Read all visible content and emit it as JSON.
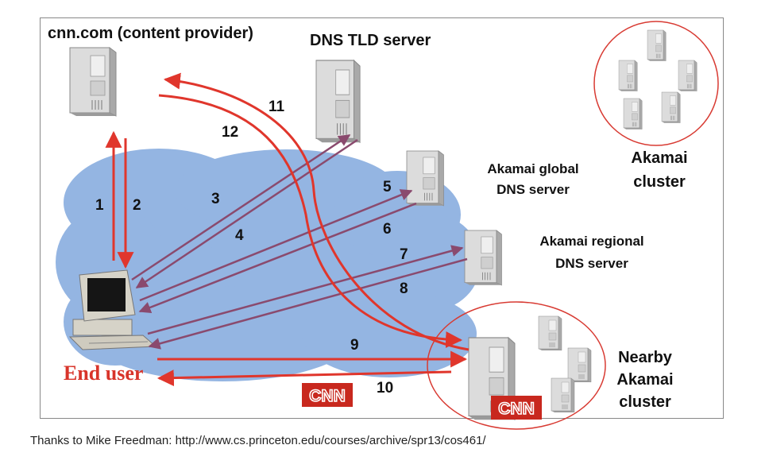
{
  "labels": {
    "cnn_provider": "cnn.com (content provider)",
    "dns_tld": "DNS TLD server",
    "akamai_global_line1": "Akamai global",
    "akamai_global_line2": "DNS server",
    "akamai_regional_line1": "Akamai regional",
    "akamai_regional_line2": "DNS server",
    "akamai_cluster_line1": "Akamai",
    "akamai_cluster_line2": "cluster",
    "nearby_line1": "Nearby",
    "nearby_line2": "Akamai",
    "nearby_line3": "cluster",
    "end_user": "End user",
    "cnn_logo": "CNN"
  },
  "steps": [
    "1",
    "2",
    "3",
    "4",
    "5",
    "6",
    "7",
    "8",
    "9",
    "10",
    "11",
    "12"
  ],
  "credit": "Thanks to Mike Freedman: http://www.cs.princeton.edu/courses/archive/spr13/cos461/",
  "colors": {
    "cloud": "#94b5e2",
    "red_arrow": "#e0362c",
    "purple_arrow": "#8a4a6e",
    "circle": "#d83a32",
    "cnn_red": "#c8281e",
    "server": "#dcdcdc"
  }
}
